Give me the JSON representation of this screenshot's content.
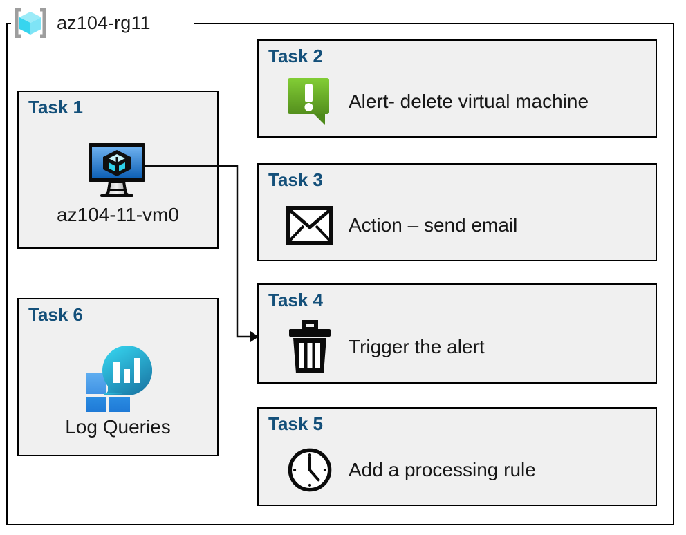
{
  "diagram": {
    "kind": "azure-architecture-task-diagram",
    "resource_group": {
      "name": "az104-rg11",
      "icon": "resource-group-icon"
    },
    "colors": {
      "task_label": "#14507A",
      "box_fill": "#F0F0F0",
      "box_border": "#000000",
      "alert_green_light": "#7DC832",
      "alert_green_dark": "#5A9420",
      "vm_blue_light": "#64A6E8",
      "vm_blue_dark": "#1464B4",
      "log_cyan": "#32D2EB",
      "log_teal": "#1E7DA8",
      "log_square_light": "#50A0E6",
      "log_square_dark": "#1E82DC"
    },
    "tasks": [
      {
        "label": "Task 1",
        "text": "az104-11-vm0",
        "icon": "virtual-machine-icon",
        "layout": "column"
      },
      {
        "label": "Task 2",
        "text": "Alert- delete virtual machine",
        "icon": "alert-bubble-icon",
        "layout": "row"
      },
      {
        "label": "Task 3",
        "text": "Action – send email",
        "icon": "envelope-icon",
        "layout": "row"
      },
      {
        "label": "Task 4",
        "text": "Trigger the alert",
        "icon": "trash-can-icon",
        "layout": "row"
      },
      {
        "label": "Task 5",
        "text": "Add a processing rule",
        "icon": "clock-icon",
        "layout": "row"
      },
      {
        "label": "Task 6",
        "text": "Log Queries",
        "icon": "log-analytics-icon",
        "layout": "column"
      }
    ],
    "connectors": [
      {
        "from": "Task 1",
        "to": "Task 4",
        "style": "orthogonal-arrow"
      }
    ]
  }
}
